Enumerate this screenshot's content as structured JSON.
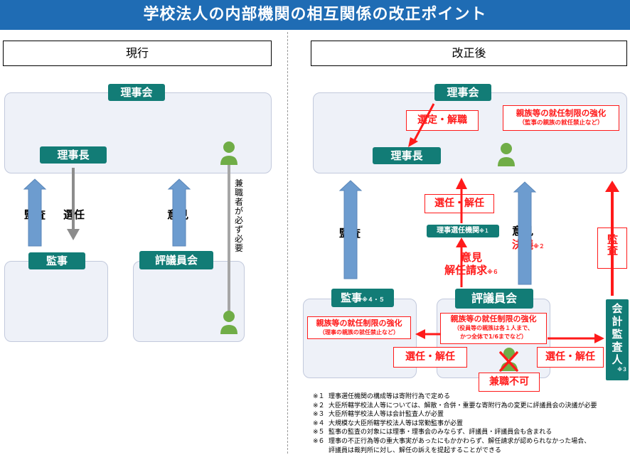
{
  "title": "学校法人の内部機関の相互関係の改正ポイント",
  "current": {
    "header": "現行",
    "board": "理事会",
    "chair": "理事長",
    "auditor": "監事",
    "council": "評議員会",
    "audit_label": "監査",
    "appoint_label": "選任",
    "opinion_label": "意見",
    "concurrent_note": "兼職者が必ず必要"
  },
  "revised": {
    "header": "改正後",
    "board": "理事会",
    "chair": "理事長",
    "appoint_dismiss_top": "選定・解職",
    "kinship_board_title": "親族等の就任制限の強化",
    "kinship_board_sub": "（監事の親族の就任禁止など）",
    "select_dismiss_mid": "選任・解任",
    "director_selection_org": "理事選任機関",
    "director_selection_org_note": "※１",
    "opinion_line1": "意見",
    "dismissal_request": "解任請求",
    "dismissal_request_note": "※６",
    "audit_label": "監査",
    "opinion_right": "意見",
    "resolution": "決議",
    "resolution_note": "※２",
    "auditor": "監事",
    "auditor_note": "※４・５",
    "kinship_auditor_title": "親族等の就任制限の強化",
    "kinship_auditor_sub": "（理事の親族の就任禁止など）",
    "council": "評議員会",
    "kinship_council_title": "親族等の就任制限の強化",
    "kinship_council_sub1": "（役員等の親族は各１人まで、",
    "kinship_council_sub2": "かつ全体で1/6までなど）",
    "select_dismiss_left": "選任・解任",
    "select_dismiss_right": "選任・解任",
    "no_concurrent": "兼職不可",
    "audit_right": "監査",
    "accounting_auditor": [
      "会",
      "計",
      "監",
      "査",
      "人"
    ],
    "accounting_auditor_note": "※３"
  },
  "notes": [
    {
      "mark": "※１",
      "text": "理事選任機関の構成等は寄附行為で定める"
    },
    {
      "mark": "※２",
      "text": "大臣所轄学校法人等については、解散・合併・重要な寄附行為の変更に評議員会の決議が必要"
    },
    {
      "mark": "※３",
      "text": "大臣所轄学校法人等は会計監査人が必置"
    },
    {
      "mark": "※４",
      "text": "大規模な大臣所轄学校法人等は常勤監事が必置"
    },
    {
      "mark": "※５",
      "text": "監事の監査の対象には理事・理事会のみならず、評議員・評議員会も含まれる"
    },
    {
      "mark": "※６",
      "text": "理事の不正行為等の重大事実があったにもかかわらず、解任請求が認められなかった場合、"
    },
    {
      "mark": "",
      "text": "評議員は裁判所に対し、解任の訴えを提起することができる"
    }
  ],
  "colors": {
    "title_bar": "#1f6cb4",
    "teal": "#127c76",
    "red": "#ff1a1a",
    "blue_arrow": "#6d9ccf",
    "gray_arrow": "#8c8c8c",
    "person": "#70ad47"
  }
}
